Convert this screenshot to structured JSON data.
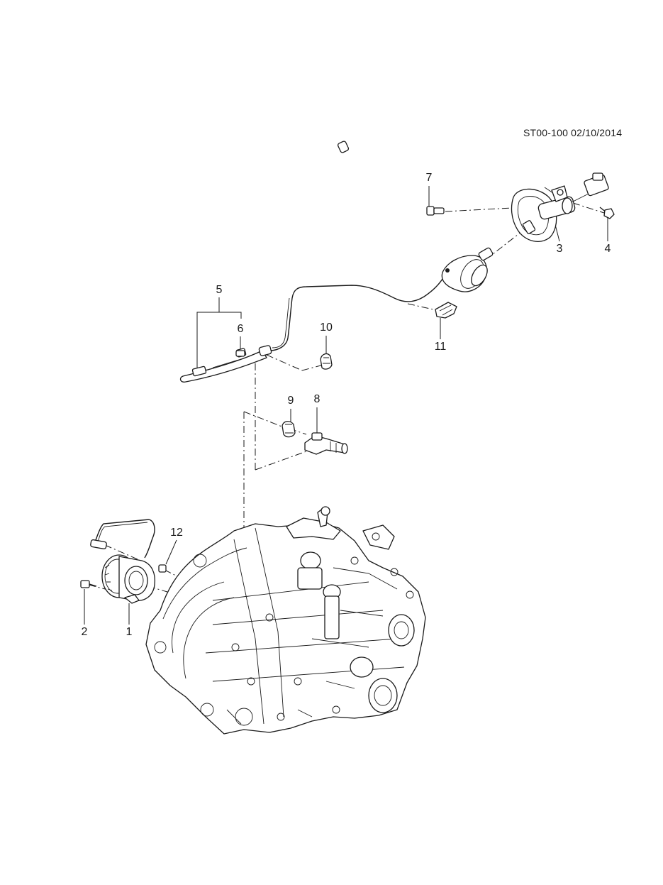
{
  "document_id": "ST00-100 02/10/2014",
  "callouts": [
    "1",
    "2",
    "3",
    "4",
    "5",
    "6",
    "7",
    "8",
    "9",
    "10",
    "11",
    "12"
  ]
}
